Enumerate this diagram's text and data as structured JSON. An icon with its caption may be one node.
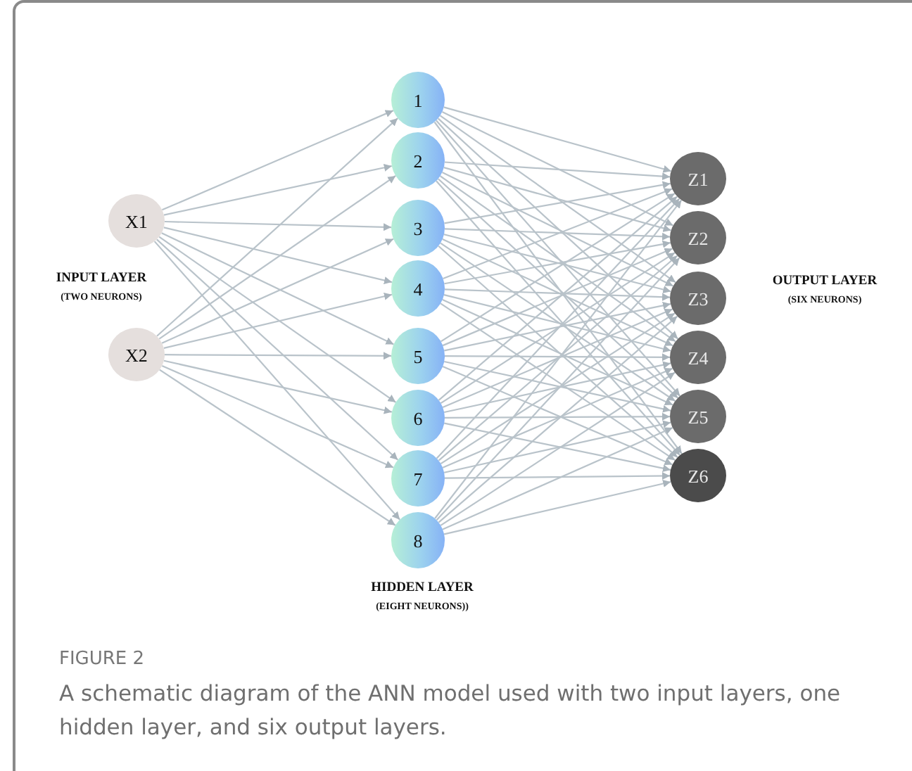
{
  "diagram": {
    "title": "FIGURE 2",
    "caption": "A schematic diagram of the ANN model used with two input layers, one hidden layer, and six output layers.",
    "nodes": [
      {
        "text": [
          "X1"
        ]
      },
      {
        "text": [
          "X2"
        ]
      },
      {
        "text": [
          "1"
        ]
      },
      {
        "text": [
          "2"
        ]
      },
      {
        "text": [
          "3"
        ]
      },
      {
        "text": [
          "4"
        ]
      },
      {
        "text": [
          "5"
        ]
      },
      {
        "text": [
          "6"
        ]
      },
      {
        "text": [
          "7"
        ]
      },
      {
        "text": [
          "8"
        ]
      },
      {
        "text": [
          "Z1"
        ]
      },
      {
        "text": [
          "Z2"
        ]
      },
      {
        "text": [
          "Z3"
        ]
      },
      {
        "text": [
          "Z4"
        ]
      },
      {
        "text": [
          "Z5"
        ]
      },
      {
        "text": [
          "Z6"
        ]
      }
    ],
    "edges": [
      {
        "from": 0,
        "to": 2,
        "arrow": "to"
      },
      {
        "from": 0,
        "to": 3,
        "arrow": "to"
      },
      {
        "from": 0,
        "to": 4,
        "arrow": "to"
      },
      {
        "from": 0,
        "to": 5,
        "arrow": "to"
      },
      {
        "from": 0,
        "to": 6,
        "arrow": "to"
      },
      {
        "from": 0,
        "to": 7,
        "arrow": "to"
      },
      {
        "from": 0,
        "to": 8,
        "arrow": "to"
      },
      {
        "from": 0,
        "to": 9,
        "arrow": "to"
      },
      {
        "from": 1,
        "to": 2,
        "arrow": "to"
      },
      {
        "from": 1,
        "to": 3,
        "arrow": "to"
      },
      {
        "from": 1,
        "to": 4,
        "arrow": "to"
      },
      {
        "from": 1,
        "to": 5,
        "arrow": "to"
      },
      {
        "from": 1,
        "to": 6,
        "arrow": "to"
      },
      {
        "from": 1,
        "to": 7,
        "arrow": "to"
      },
      {
        "from": 1,
        "to": 8,
        "arrow": "to"
      },
      {
        "from": 1,
        "to": 9,
        "arrow": "to"
      },
      {
        "from": 2,
        "to": 10,
        "arrow": "to"
      },
      {
        "from": 2,
        "to": 11,
        "arrow": "to"
      },
      {
        "from": 2,
        "to": 12,
        "arrow": "to"
      },
      {
        "from": 2,
        "to": 13,
        "arrow": "to"
      },
      {
        "from": 2,
        "to": 14,
        "arrow": "to"
      },
      {
        "from": 2,
        "to": 15,
        "arrow": "to"
      },
      {
        "from": 3,
        "to": 10,
        "arrow": "to"
      },
      {
        "from": 3,
        "to": 11,
        "arrow": "to"
      },
      {
        "from": 3,
        "to": 12,
        "arrow": "to"
      },
      {
        "from": 3,
        "to": 13,
        "arrow": "to"
      },
      {
        "from": 3,
        "to": 14,
        "arrow": "to"
      },
      {
        "from": 3,
        "to": 15,
        "arrow": "to"
      },
      {
        "from": 4,
        "to": 10,
        "arrow": "to"
      },
      {
        "from": 4,
        "to": 11,
        "arrow": "to"
      },
      {
        "from": 4,
        "to": 12,
        "arrow": "to"
      },
      {
        "from": 4,
        "to": 13,
        "arrow": "to"
      },
      {
        "from": 4,
        "to": 14,
        "arrow": "to"
      },
      {
        "from": 4,
        "to": 15,
        "arrow": "to"
      },
      {
        "from": 5,
        "to": 10,
        "arrow": "to"
      },
      {
        "from": 5,
        "to": 11,
        "arrow": "to"
      },
      {
        "from": 5,
        "to": 12,
        "arrow": "to"
      },
      {
        "from": 5,
        "to": 13,
        "arrow": "to"
      },
      {
        "from": 5,
        "to": 14,
        "arrow": "to"
      },
      {
        "from": 5,
        "to": 15,
        "arrow": "to"
      },
      {
        "from": 6,
        "to": 10,
        "arrow": "to"
      },
      {
        "from": 6,
        "to": 11,
        "arrow": "to"
      },
      {
        "from": 6,
        "to": 12,
        "arrow": "to"
      },
      {
        "from": 6,
        "to": 13,
        "arrow": "to"
      },
      {
        "from": 6,
        "to": 14,
        "arrow": "to"
      },
      {
        "from": 6,
        "to": 15,
        "arrow": "to"
      },
      {
        "from": 7,
        "to": 10,
        "arrow": "to"
      },
      {
        "from": 7,
        "to": 11,
        "arrow": "to"
      },
      {
        "from": 7,
        "to": 12,
        "arrow": "to"
      },
      {
        "from": 7,
        "to": 13,
        "arrow": "to"
      },
      {
        "from": 7,
        "to": 14,
        "arrow": "to"
      },
      {
        "from": 7,
        "to": 15,
        "arrow": "to"
      },
      {
        "from": 8,
        "to": 10,
        "arrow": "to"
      },
      {
        "from": 8,
        "to": 11,
        "arrow": "to"
      },
      {
        "from": 8,
        "to": 12,
        "arrow": "to"
      },
      {
        "from": 8,
        "to": 13,
        "arrow": "to"
      },
      {
        "from": 8,
        "to": 14,
        "arrow": "to"
      },
      {
        "from": 8,
        "to": 15,
        "arrow": "to"
      },
      {
        "from": 9,
        "to": 10,
        "arrow": "to"
      },
      {
        "from": 9,
        "to": 11,
        "arrow": "to"
      },
      {
        "from": 9,
        "to": 12,
        "arrow": "to"
      },
      {
        "from": 9,
        "to": 13,
        "arrow": "to"
      },
      {
        "from": 9,
        "to": 14,
        "arrow": "to"
      },
      {
        "from": 9,
        "to": 15,
        "arrow": "to"
      }
    ],
    "labels": [
      "INPUT LAYER",
      "(TWO NEURONS)",
      "HIDDEN LAYER",
      "(EIGHT NEURONS))",
      "OUTPUT LAYER",
      "(SIX NEURONS)"
    ]
  }
}
